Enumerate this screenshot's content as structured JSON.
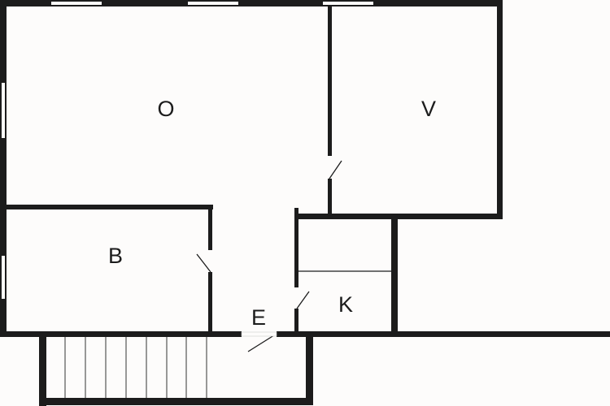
{
  "rooms": {
    "o": "O",
    "v": "V",
    "b": "B",
    "k": "K",
    "e": "E"
  },
  "colors": {
    "wall": "#1c1c1c",
    "background": "#fdfcfb"
  }
}
